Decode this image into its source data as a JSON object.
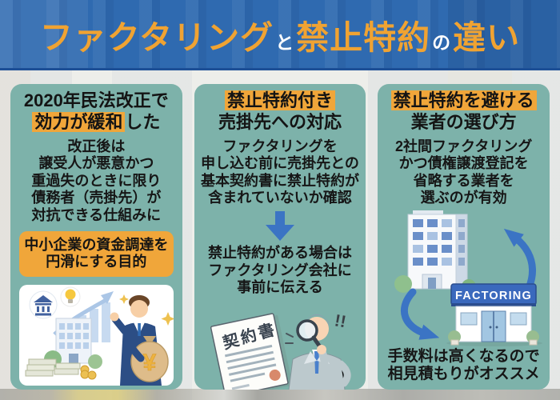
{
  "header": {
    "title": {
      "seg1": "ファクタリング",
      "seg2": "と",
      "seg3": "禁止特約",
      "seg4": "の",
      "seg5": "違い"
    }
  },
  "palette": {
    "banner_blue": "#2f6ab0",
    "title_orange": "#f0a332",
    "card_teal": "#7db2aa",
    "highlight_orange": "#f0a63a",
    "arrow_blue": "#3b74c4",
    "text_black": "#151515"
  },
  "columns": [
    {
      "title": {
        "line1": "2020年民法改正で",
        "line2_highlight": "効力が緩和",
        "line2_tail": "した"
      },
      "body": [
        "改正後は",
        "譲受人が悪意かつ",
        "重過失のときに限り",
        "債務者（売掛先）が",
        "対抗できる仕組みに"
      ],
      "callout": [
        "中小企業の資金調達を",
        "円滑にする目的"
      ],
      "illustration": {
        "name": "businessman-with-money-bag",
        "money_symbol": "¥"
      }
    },
    {
      "title": {
        "line1_highlight": "禁止特約付き",
        "line2": "売掛先への対応"
      },
      "body_top": [
        "ファクタリングを",
        "申し込む前に売掛先との",
        "基本契約書に禁止特約が",
        "含まれていないか確認"
      ],
      "body_bottom": [
        "禁止特約がある場合は",
        "ファクタリング会社に",
        "事前に伝える"
      ],
      "illustration": {
        "name": "contract-inspection",
        "document_label": "契約書",
        "exclamation": "!!"
      }
    },
    {
      "title": {
        "line1_highlight": "禁止特約を避ける",
        "line2": "業者の選び方"
      },
      "body": [
        "2社間ファクタリング",
        "かつ債権譲渡登記を",
        "省略する業者を",
        "選ぶのが有効"
      ],
      "illustration": {
        "name": "factoring-cycle",
        "sign_label": "FACTORING"
      },
      "footer": [
        "手数料は高くなるので",
        "相見積もりがオススメ"
      ]
    }
  ]
}
